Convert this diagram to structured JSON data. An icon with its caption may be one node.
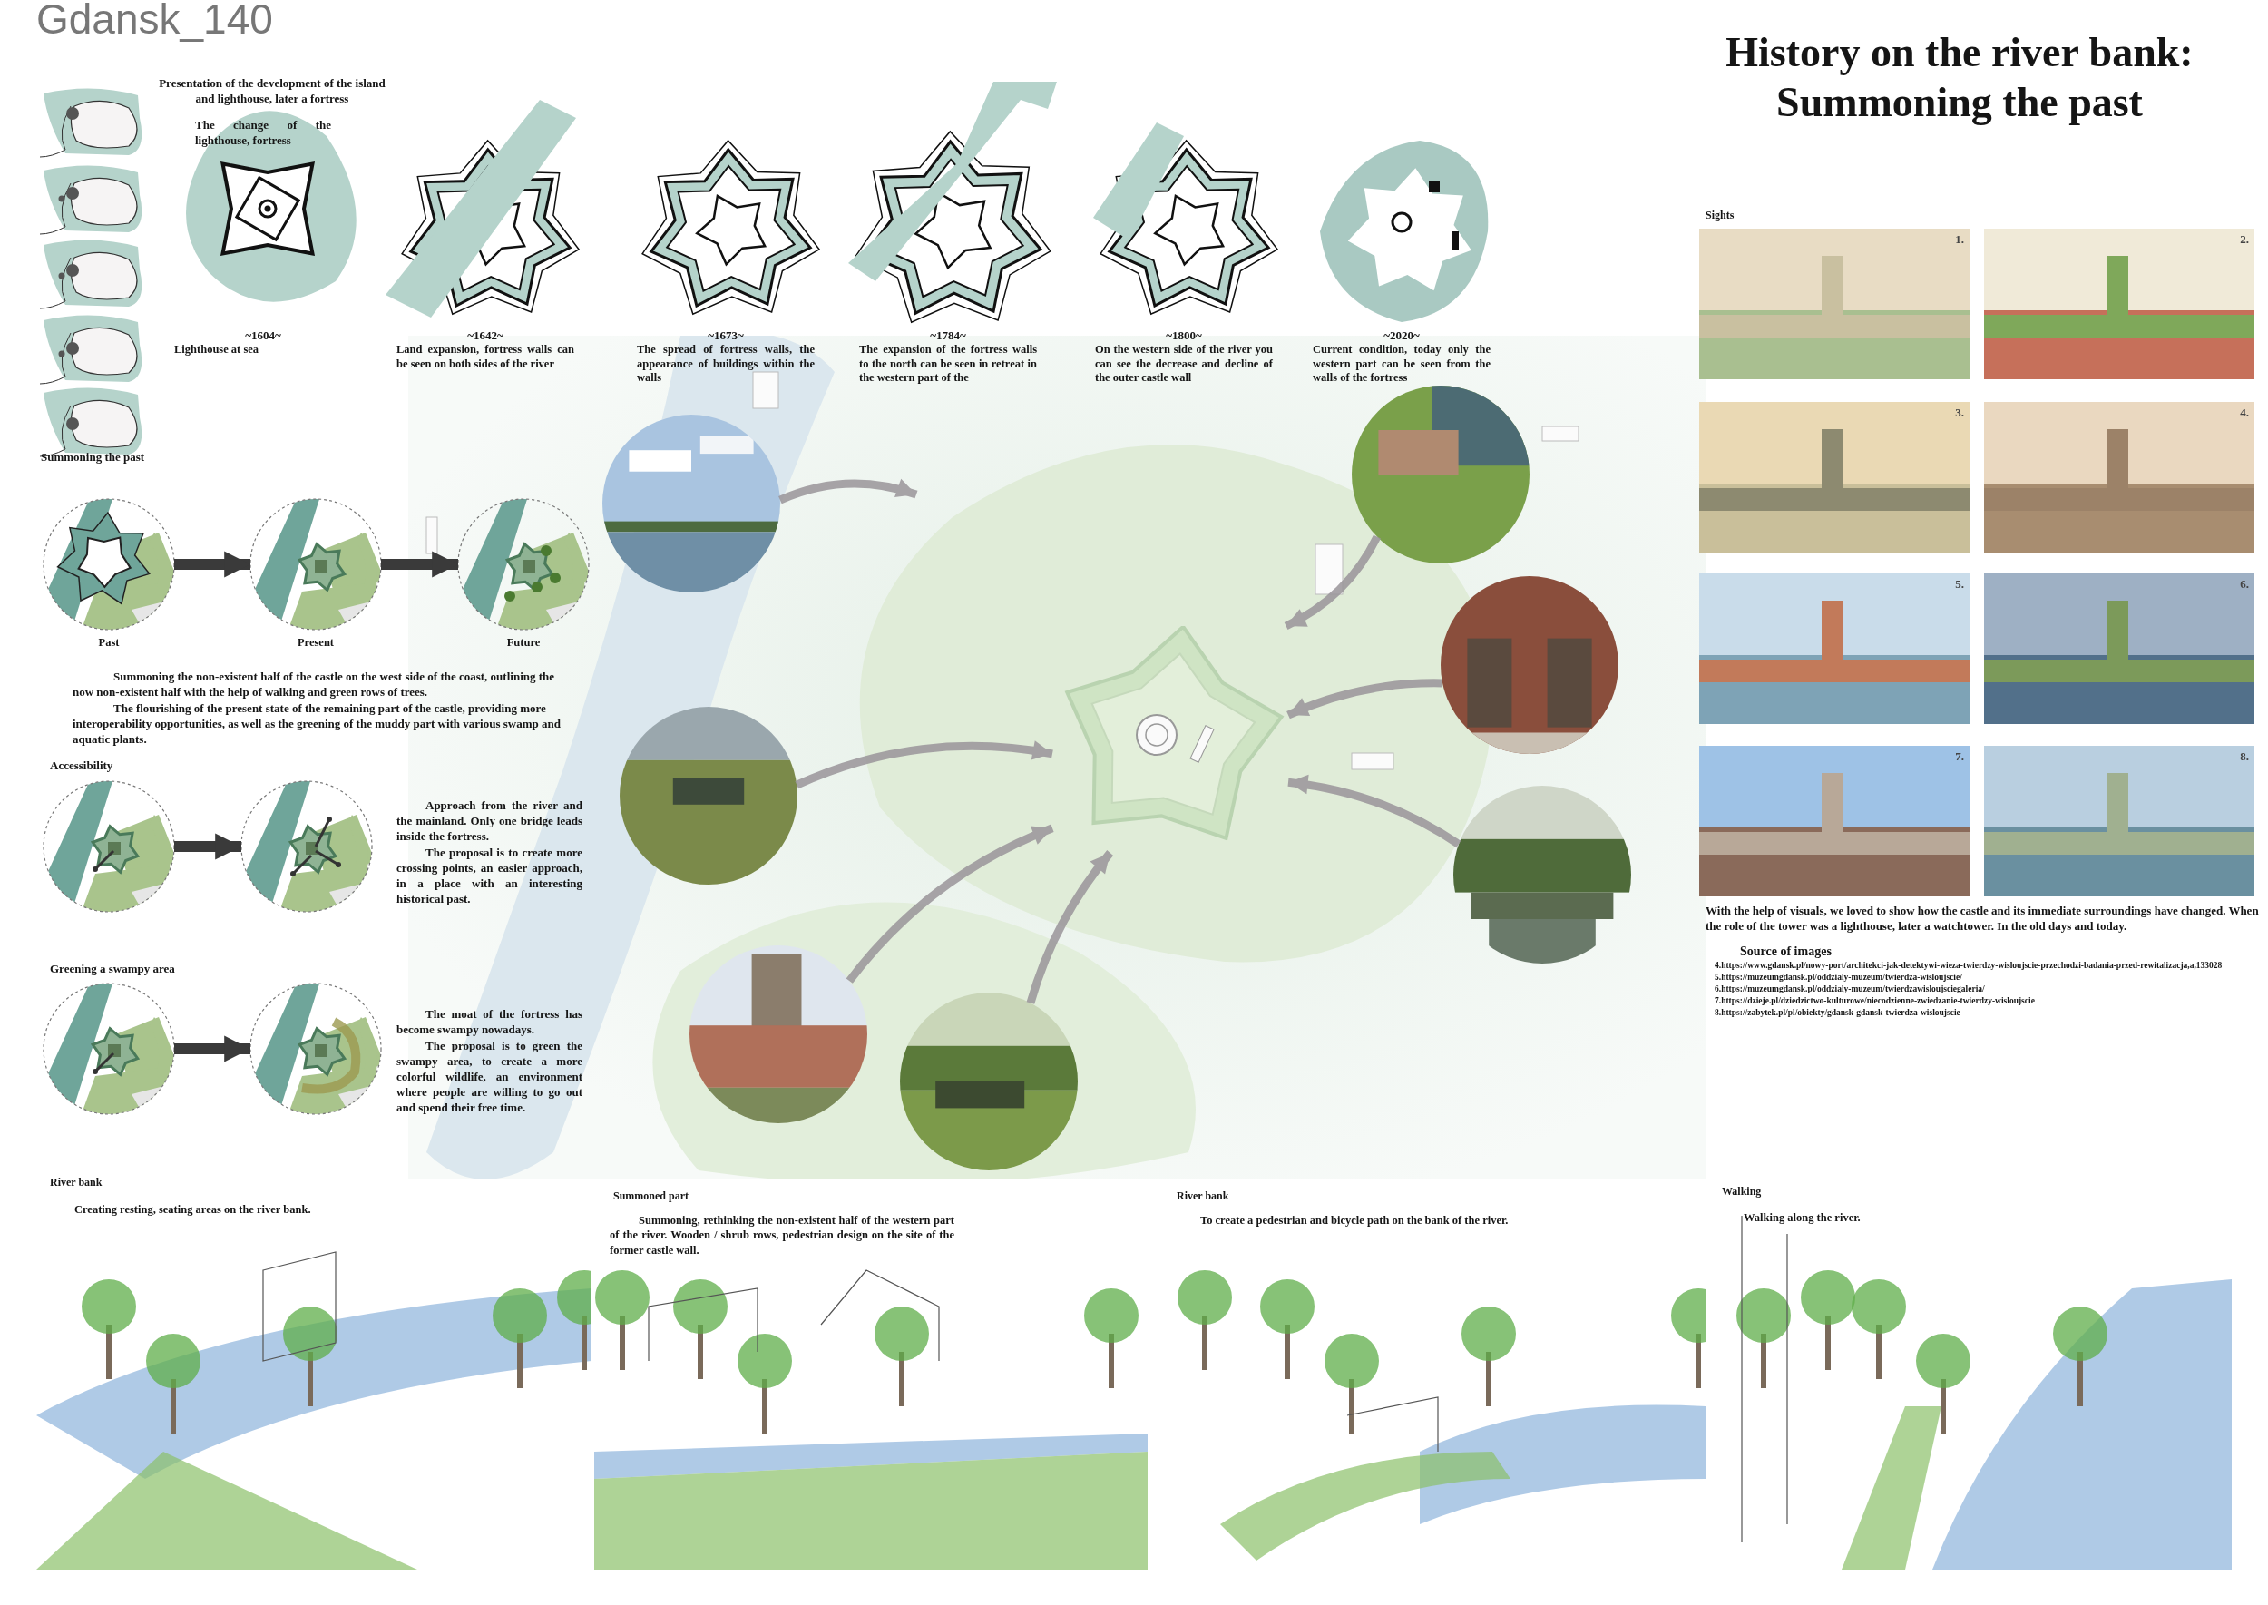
{
  "diagram": {
    "title": "History on the river bank: Summoning the past",
    "nodes": [
      {
        "text": [
          "~1604~",
          "Lighthouse at sea"
        ]
      },
      {
        "text": [
          "~1642~",
          "Land expansion, fortress walls can be seen on both sides of the river"
        ]
      },
      {
        "text": [
          "~1673~",
          "The spread of fortress walls, the appearance of buildings within the walls"
        ]
      },
      {
        "text": [
          "~1784~",
          "The expansion of the fortress walls to the north can be seen in retreat in the western part of the"
        ]
      },
      {
        "text": [
          "~1800~",
          "On the western side of the river you can see the decrease and decline of the outer castle wall"
        ]
      },
      {
        "text": [
          "~2020~",
          "Current condition, today only the western part can be seen from the walls of the fortress"
        ]
      },
      {
        "text": [
          "Past"
        ]
      },
      {
        "text": [
          "Present"
        ]
      },
      {
        "text": [
          "Future"
        ]
      },
      {
        "text": [],
        "shape": "circle"
      },
      {
        "text": [],
        "shape": "circle"
      },
      {
        "text": [],
        "shape": "circle"
      },
      {
        "text": [],
        "shape": "circle"
      },
      {
        "text": [],
        "shape": "picture"
      },
      {
        "text": [],
        "shape": "picture"
      },
      {
        "text": [],
        "shape": "picture"
      },
      {
        "text": [],
        "shape": "picture"
      },
      {
        "text": [],
        "shape": "picture"
      },
      {
        "text": [],
        "shape": "picture"
      },
      {
        "text": [],
        "shape": "picture"
      },
      {
        "text": [],
        "shape": "picture"
      }
    ],
    "edges": [
      {
        "from": 6,
        "to": 7,
        "arrow": "to",
        "color": "#3a3a3a"
      },
      {
        "from": 7,
        "to": 8,
        "arrow": "to",
        "color": "#3a3a3a"
      },
      {
        "from": 9,
        "to": 10,
        "arrow": "to",
        "color": "#3a3a3a"
      },
      {
        "from": 11,
        "to": 12,
        "arrow": "to",
        "color": "#3a3a3a"
      },
      {
        "from": 14,
        "to": null,
        "arrow": "to"
      },
      {
        "from": 15,
        "to": 13,
        "arrow": "to"
      },
      {
        "from": 16,
        "to": 13,
        "arrow": "to"
      },
      {
        "from": 17,
        "to": 13,
        "arrow": "to"
      },
      {
        "from": 18,
        "to": 13,
        "arrow": "to"
      },
      {
        "from": 19,
        "to": 13,
        "arrow": "to"
      },
      {
        "from": 20,
        "to": 13,
        "arrow": "to"
      }
    ],
    "labels": [
      "Gdansk_140",
      "Presentation of the development of the island and lighthouse, later a fortress",
      "The change of the lighthouse, fortress",
      "Summoning the past",
      "Summoning the non-existent half of the castle on the west side of the coast, outlining the now non-existent half with the help of walking and green rows of trees.",
      "The flourishing of the present state of the remaining part of the castle, providing more interoperability opportunities, as well as the greening of the muddy part with various swamp and aquatic plants.",
      "Accessibility",
      "Approach from the river and the mainland. Only one bridge leads inside the fortress.",
      "The proposal is to create more crossing points, an easier approach, in a place with an interesting historical past.",
      "Greening a swampy area",
      "The moat of the fortress has become swampy nowadays.",
      "The proposal is to green the swampy area, to create a more colorful wildlife, an environment where people are willing to go out and spend their free time.",
      "Sights",
      "1.",
      "2.",
      "3.",
      "4.",
      "5.",
      "6.",
      "7.",
      "8.",
      "With the help of visuals, we loved to show how the castle and its immediate surroundings have changed. When the role of the tower was a lighthouse, later a watchtower. In the old days and today.",
      "Source of images",
      "4.https://www.gdansk.pl/nowy-port/architekci-jak-detektywi-wieza-twierdzy-wisloujscie-przechodzi-badania-przed-rewitalizacja,a,133028",
      "5.https://muzeumgdansk.pl/oddzialy-muzeum/twierdza-wisloujscie/",
      "6.https://muzeumgdansk.pl/oddzialy-muzeum/twierdzawisloujsciegaleria/",
      "7.https://dzieje.pl/dziedzictwo-kulturowe/niecodzienne-zwiedzanie-twierdzy-wisloujscie",
      "8.https://zabytek.pl/pl/obiekty/gdansk-gdansk-twierdza-wisloujscie",
      "River bank",
      "Creating resting, seating areas on the river bank.",
      "Summoned part",
      "Summoning, rethinking the non-existent half of the western part of the river. Wooden / shrub rows, pedestrian design on the site of the former castle wall.",
      "River bank",
      "To create a pedestrian and bicycle path on the bank of the river.",
      "Walking",
      "Walking along the river."
    ]
  }
}
